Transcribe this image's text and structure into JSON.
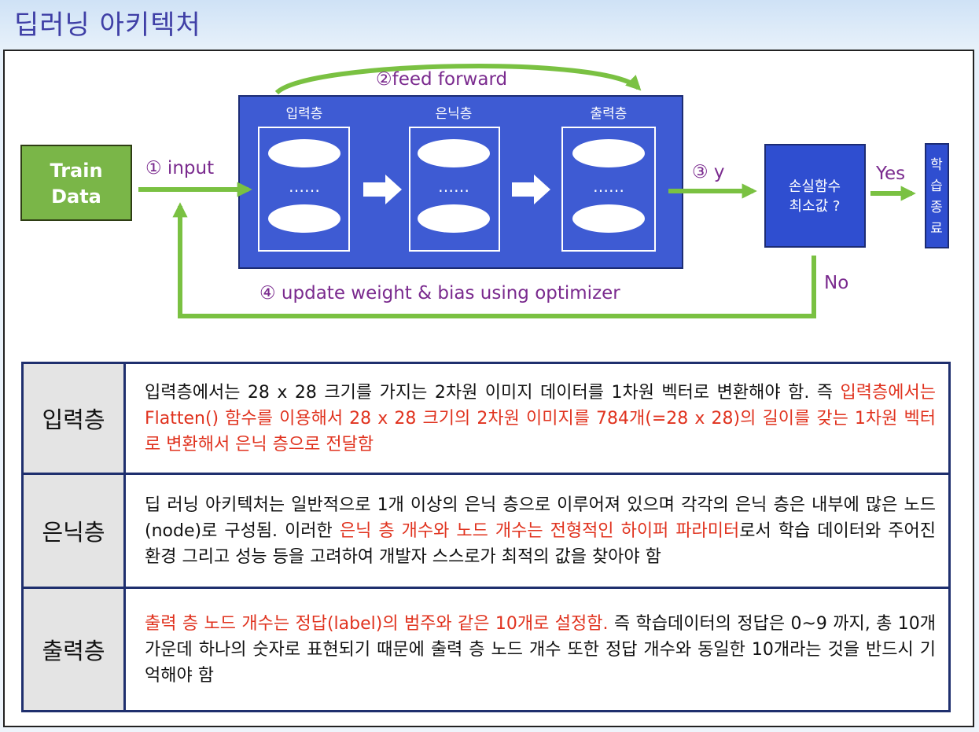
{
  "slide": {
    "title": "딥러닝 아키텍처"
  },
  "diagram": {
    "train_data": {
      "line1": "Train",
      "line2": "Data"
    },
    "steps": {
      "input": "① input",
      "feed_forward": "②feed forward",
      "y": "③  y",
      "update": "④ update weight & bias using optimizer"
    },
    "layers": [
      {
        "label": "입력층",
        "dots": "……"
      },
      {
        "label": "은닉층",
        "dots": "……"
      },
      {
        "label": "출력층",
        "dots": "……"
      }
    ],
    "loss_box": {
      "line1": "손실함수",
      "line2": "최소값 ?"
    },
    "yes_label": "Yes",
    "no_label": "No",
    "end_box": {
      "chars": [
        "학",
        "습",
        "종",
        "료"
      ]
    },
    "colors": {
      "network_fill": "#3e5bd3",
      "arrow_green": "#7ac142",
      "train_box": "#7ab648",
      "loss_box": "#2f4ed0",
      "highlight": "#e0321e"
    }
  },
  "table": [
    {
      "label": "입력층",
      "plain1": "입력층에서는 28 x 28 크기를 가지는 2차원 이미지 데이터를 1차원 벡터로 변환해야 함. 즉 ",
      "red1": "입력층에서는 Flatten() 함수를 이용해서 28 x 28 크기의 2차원 이미지를 784개(=28 x 28)의 길이를 갖는 1차원 벡터로 변환해서 은닉 층으로 전달함",
      "plain2": ""
    },
    {
      "label": "은닉층",
      "plain1": "딥 러닝 아키텍처는 일반적으로 1개 이상의 은닉 층으로 이루어져 있으며 각각의 은닉 층은 내부에 많은 노드(node)로 구성됨. 이러한 ",
      "red1": "은닉 층 개수와 노드 개수는 전형적인 하이퍼 파라미터",
      "plain2": "로서 학습 데이터와 주어진 환경 그리고 성능 등을 고려하여 개발자 스스로가 최적의 값을 찾아야 함"
    },
    {
      "label": "출력층",
      "plain1": "",
      "red1": "출력 층 노드 개수는 정답(label)의 범주와 같은 10개로 설정함.",
      "plain2": " 즉 학습데이터의 정답은 0~9 까지, 총 10개 가운데 하나의 숫자로 표현되기 때문에 출력 층 노드 개수 또한 정답 개수와 동일한 10개라는 것을 반드시 기억해야 함"
    }
  ]
}
